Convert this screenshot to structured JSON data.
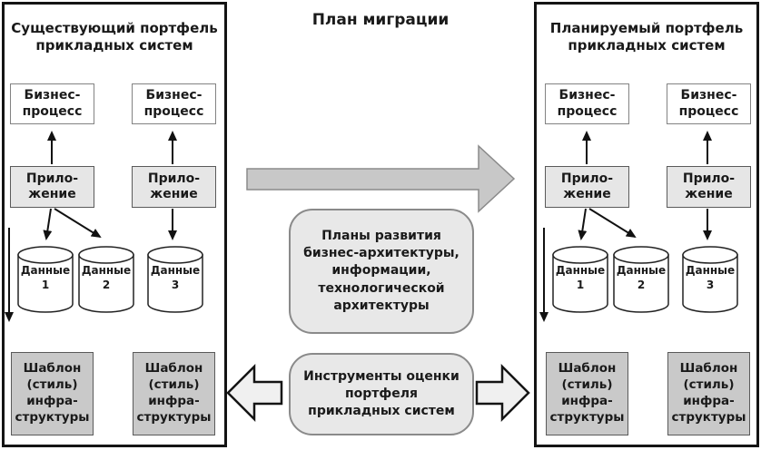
{
  "title": "План миграции",
  "left_panel": {
    "title": "Существующий портфель\nприкладных систем"
  },
  "right_panel": {
    "title": "Планируемый портфель\nприкладных систем"
  },
  "labels": {
    "business_process": "Бизнес-\nпроцесс",
    "application": "Прило-\nжение",
    "data_1": "Данные\n1",
    "data_2": "Данные\n2",
    "data_3": "Данные\n3",
    "infra_template": "Шаблон\n(стиль)\nинфра-\nструктуры"
  },
  "center": {
    "plans": "Планы развития\nбизнес-архитектуры,\nинформации,\nтехнологической\nархитектуры",
    "tools": "Инструменты оценки\nпортфеля\nприкладных систем"
  },
  "colors": {
    "migration_arrow_fill": "#c8c8c8",
    "migration_arrow_stroke": "#8a8a8a",
    "hollow_arrow_fill": "#f0f0f0",
    "application_box_fill": "#e6e6e6",
    "infra_box_fill": "#c9c9c9",
    "rounded_box_fill": "#e8e8e8",
    "panel_border": "#141414",
    "connector": "#111111"
  }
}
